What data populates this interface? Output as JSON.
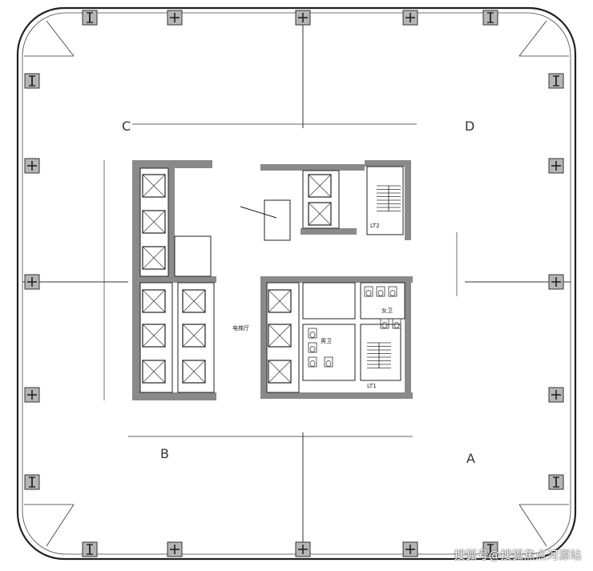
{
  "zones": [
    {
      "id": "zone-a",
      "label": "A"
    },
    {
      "id": "zone-b",
      "label": "B"
    },
    {
      "id": "zone-c",
      "label": "C"
    },
    {
      "id": "zone-d",
      "label": "D"
    }
  ],
  "rooms": {
    "elevator_lobby": "电梯厅",
    "stair_1": "LT1",
    "stair_2": "LT2",
    "female_toilet": "女卫",
    "male_toilet": "男卫"
  },
  "watermark": "搜狐号@搜狐焦点河源站",
  "colors": {
    "line": "#222222",
    "wall": "#8a8a8a",
    "column": "#9a9a9a",
    "background": "#ffffff"
  }
}
